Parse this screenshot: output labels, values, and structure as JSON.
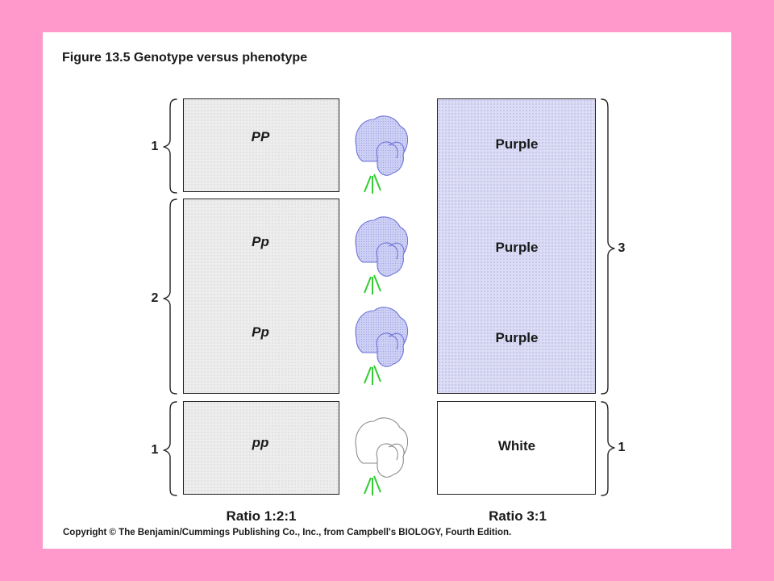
{
  "figure": {
    "title": "Figure 13.5  Genotype versus phenotype",
    "genotypes": [
      "PP",
      "Pp",
      "Pp",
      "pp"
    ],
    "phenotypes": [
      "Purple",
      "Purple",
      "Purple",
      "White"
    ],
    "left_counts": [
      "1",
      "2",
      "1"
    ],
    "right_counts": [
      "3",
      "1"
    ],
    "ratio_left": "Ratio 1:2:1",
    "ratio_right": "Ratio 3:1",
    "copyright": "Copyright © The Benjamin/Cummings Publishing Co., Inc., from Campbell's BIOLOGY, Fourth Edition.",
    "flowers": [
      {
        "icon": "purple-flower-icon",
        "color": "#c8c8f0",
        "stroke": "#6f72d8"
      },
      {
        "icon": "purple-flower-icon",
        "color": "#c8c8f0",
        "stroke": "#6f72d8"
      },
      {
        "icon": "purple-flower-icon",
        "color": "#c8c8f0",
        "stroke": "#6f72d8"
      },
      {
        "icon": "white-flower-icon",
        "color": "#ffffff",
        "stroke": "#8a8a8a"
      }
    ],
    "colors": {
      "background": "#ff99cc",
      "panel": "#ffffff",
      "stem": "#33cc33"
    }
  }
}
